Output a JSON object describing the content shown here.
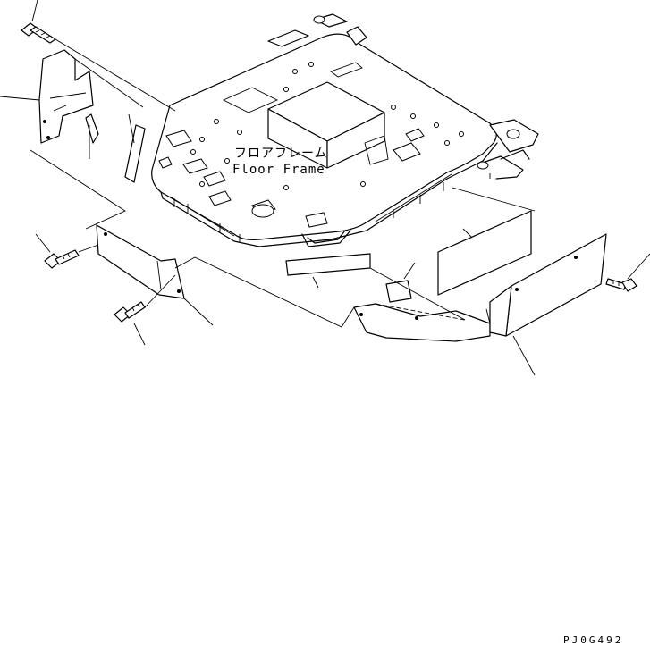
{
  "labels": {
    "floor_frame_jp": "フロアフレーム",
    "floor_frame_en": "Floor Frame"
  },
  "drawing_code": "PJ0G492"
}
